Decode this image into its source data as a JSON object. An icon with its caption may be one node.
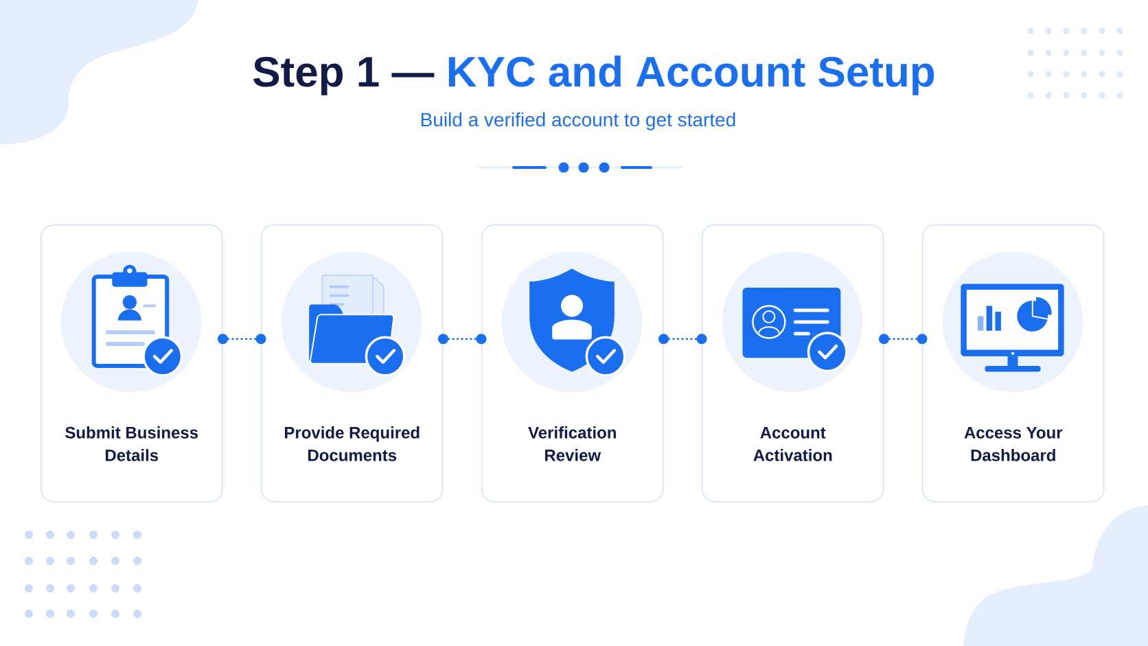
{
  "diagram": {
    "title": "Step 1 — KYC and Account Setup",
    "nodes": [
      {
        "text": [
          "Submit Business Details"
        ]
      },
      {
        "text": [
          "Provide Required Documents"
        ]
      },
      {
        "text": [
          "Verification Review"
        ]
      },
      {
        "text": [
          "Account Activation"
        ]
      },
      {
        "text": [
          "Access Your Dashboard"
        ]
      }
    ],
    "edges": [
      {
        "from": 0,
        "to": 1,
        "arrow": "other",
        "style": "dashed"
      },
      {
        "from": 1,
        "to": 2,
        "arrow": "other",
        "style": "dashed"
      },
      {
        "from": 2,
        "to": 3,
        "arrow": "other",
        "style": "dashed"
      },
      {
        "from": 3,
        "to": 4,
        "arrow": "other",
        "style": "dashed"
      }
    ],
    "labels": [
      "Build a verified account to get started"
    ]
  }
}
